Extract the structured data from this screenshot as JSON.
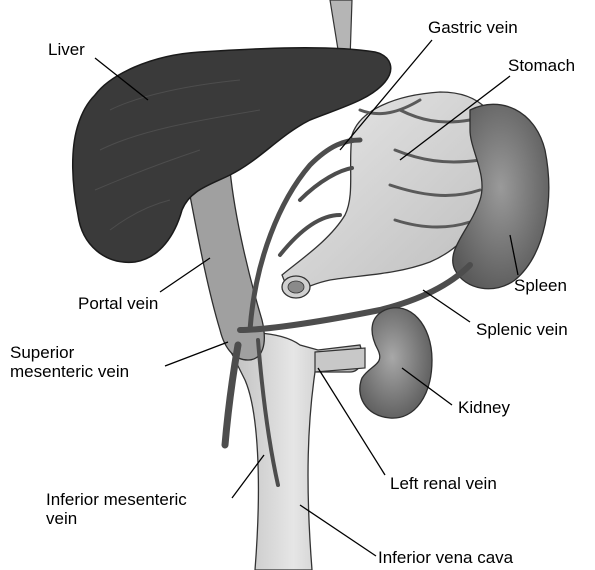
{
  "labels": {
    "liver": "Liver",
    "gastric_vein": "Gastric vein",
    "stomach": "Stomach",
    "spleen": "Spleen",
    "portal_vein": "Portal vein",
    "splenic_vein": "Splenic vein",
    "superior_mesenteric_vein": [
      "Superior",
      "mesenteric vein"
    ],
    "kidney": "Kidney",
    "left_renal_vein": "Left renal vein",
    "inferior_mesenteric_vein": [
      "Inferior mesenteric",
      "vein"
    ],
    "inferior_vena_cava": "Inferior vena cava"
  },
  "colors": {
    "liver": "#3a3a3a",
    "organ_light": "#d9d9d9",
    "organ_mid": "#8c8c8c",
    "vein_dark": "#4d4d4d",
    "ink": "#000000"
  }
}
